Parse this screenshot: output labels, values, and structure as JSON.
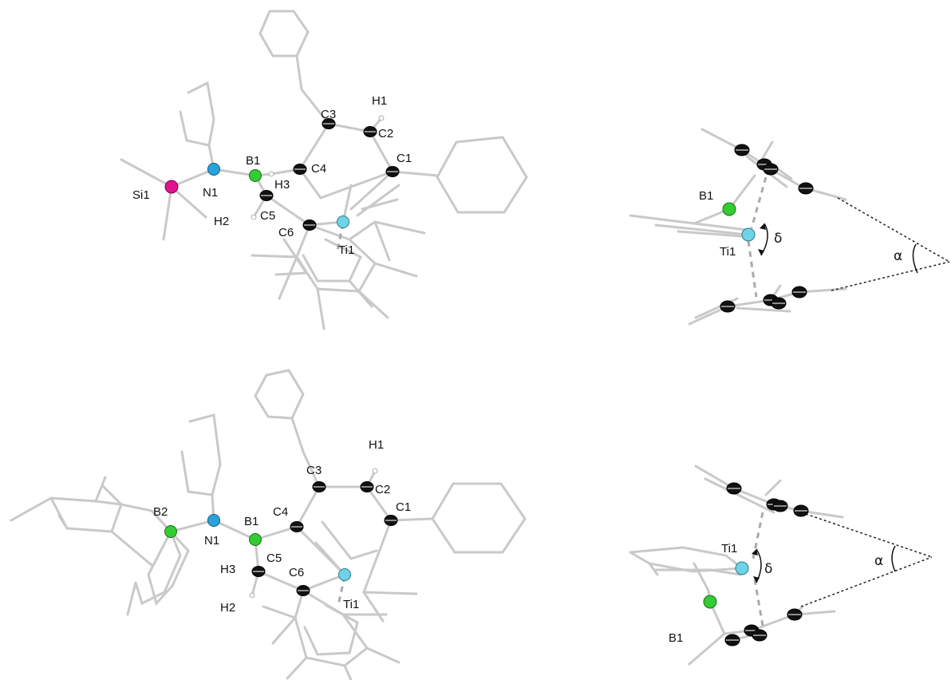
{
  "figure": {
    "panels": [
      {
        "id": "top-left-structure",
        "atom_labels": [
          "Si1",
          "N1",
          "B1",
          "H3",
          "C3",
          "H1",
          "C2",
          "C1",
          "C4",
          "H2",
          "C5",
          "C6",
          "Ti1"
        ]
      },
      {
        "id": "top-right-side-view",
        "atom_labels": [
          "B1",
          "Ti1"
        ],
        "angle_labels": [
          "δ",
          "α"
        ]
      },
      {
        "id": "bottom-left-structure",
        "atom_labels": [
          "B2",
          "N1",
          "B1",
          "C4",
          "C3",
          "H1",
          "C2",
          "C1",
          "H3",
          "C5",
          "C6",
          "H2",
          "Ti1"
        ]
      },
      {
        "id": "bottom-right-side-view",
        "atom_labels": [
          "Ti1",
          "B1"
        ],
        "angle_labels": [
          "δ",
          "α"
        ]
      }
    ],
    "atom_colors": {
      "C": "#111111",
      "N": "#2aa3dd",
      "B": "#33cc33",
      "Si": "#e0148c",
      "Ti": "#6fd3e6",
      "H": "#ffffff",
      "bond": "#c9c9c9"
    }
  }
}
